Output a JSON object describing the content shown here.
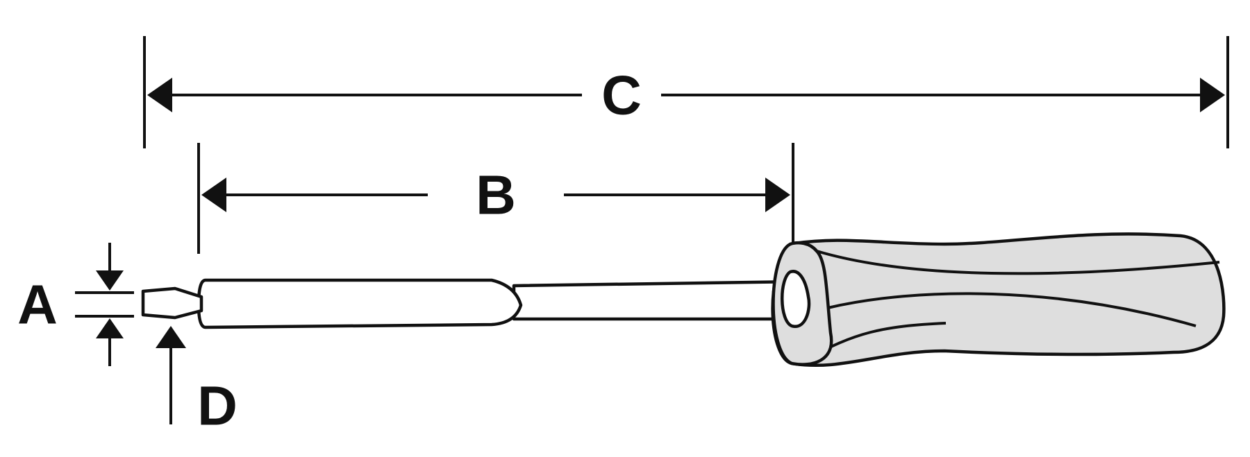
{
  "labels": {
    "a": "A",
    "b": "B",
    "c": "C",
    "d": "D"
  },
  "colors": {
    "line": "#111111",
    "handle": "#dedede",
    "background": "#ffffff"
  }
}
